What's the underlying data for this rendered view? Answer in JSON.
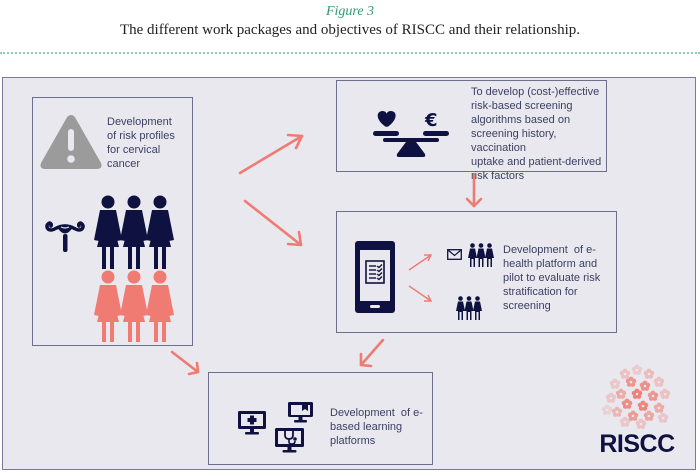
{
  "figure": {
    "label": "Figure 3",
    "caption": "The different work packages and objectives of RISCC and their relationship."
  },
  "colors": {
    "navy": "#0f1240",
    "coral": "#ef7b72",
    "gray_icon": "#9b9b9b",
    "panel_bg": "#e9e8ee",
    "caption_green": "#2e9c6e"
  },
  "boxes": {
    "risk_profiles": {
      "text": [
        "Development",
        "of risk profiles",
        "for cervical",
        "cancer"
      ],
      "icons": [
        "warning-icon",
        "uterus-icon",
        "women-group-navy-icon",
        "women-group-coral-icon"
      ]
    },
    "algorithms": {
      "text": [
        "To develop (cost-)effective",
        "risk-based screening",
        "algorithms based on",
        "screening history, vaccination",
        "uptake and patient-derived",
        "risk factors"
      ],
      "icons": [
        "balance-scale-heart-euro-icon"
      ]
    },
    "ehealth": {
      "text": [
        "Development  of e-",
        "health platform and",
        "pilot to evaluate risk",
        "stratification for",
        "screening"
      ],
      "icons": [
        "smartphone-checklist-icon",
        "envelope-icon",
        "women-group-small-icon"
      ]
    },
    "elearning": {
      "text": [
        "Development  of e-",
        "based learning",
        "platforms"
      ],
      "icons": [
        "monitor-medical-cross-icon",
        "monitor-bookmark-icon",
        "monitor-stethoscope-icon"
      ]
    }
  },
  "logo": {
    "text": "RISCC"
  }
}
